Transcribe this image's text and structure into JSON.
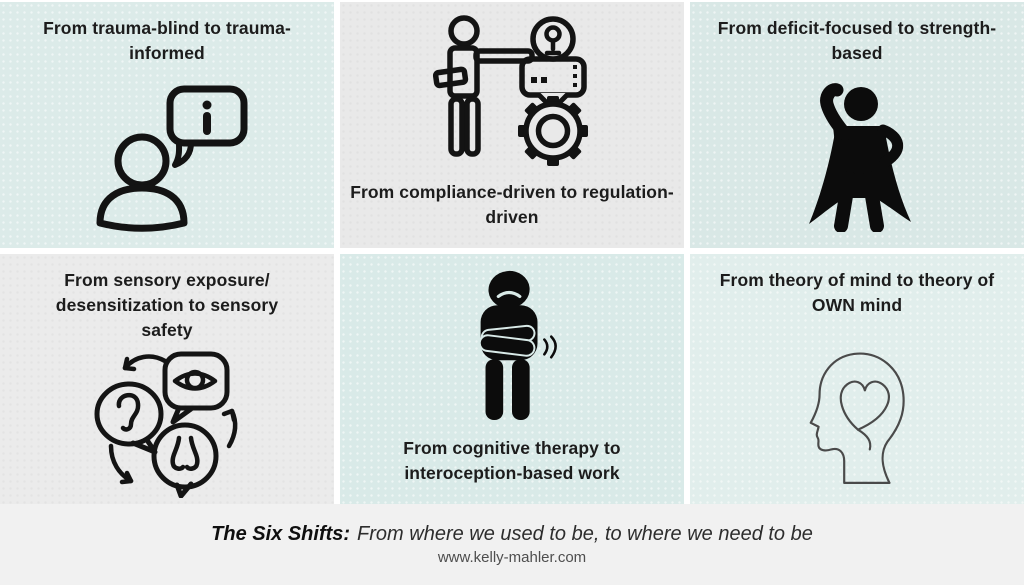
{
  "colors": {
    "teal_cell": "#dcebe9",
    "teal_cell_medium": "#d9e8e6",
    "teal_cell_light": "#e1eeec",
    "gray_cell": "#e9e9e9",
    "gray_cell_light": "#ebebeb",
    "footer_bg": "#f1f1f1",
    "title_text": "#1c1c1c",
    "icon_black": "#0c0c0c",
    "head_outline_gray": "#4a4a4a"
  },
  "cells": [
    {
      "bg_color": "#dcebe9",
      "text_position": "top",
      "icon": "person-speech-bubble-info-icon",
      "lines": [
        "From trauma-blind to trauma-",
        "informed"
      ]
    },
    {
      "bg_color": "#e9e9e9",
      "text_position": "bottom",
      "icon": "person-lightbulb-gear-icon",
      "lines": [
        "From compliance-driven to regulation-",
        "driven"
      ]
    },
    {
      "bg_color": "#d9e8e6",
      "text_position": "top",
      "icon": "superhero-icon",
      "lines": [
        "From deficit-focused to strength-",
        "based"
      ]
    },
    {
      "bg_color": "#ebebeb",
      "text_position": "top",
      "icon": "senses-speech-bubbles-icon",
      "lines": [
        "From sensory exposure/",
        "desensitization to sensory",
        "safety"
      ]
    },
    {
      "bg_color": "#d9eae8",
      "text_position": "bottom",
      "icon": "person-stomach-ache-icon",
      "lines": [
        "From cognitive therapy to",
        "interoception-based work"
      ]
    },
    {
      "bg_color": "#e1eeec",
      "text_position": "top",
      "icon": "head-heart-icon",
      "lines": [
        "From theory of mind to theory of",
        "OWN mind"
      ]
    }
  ],
  "footer": {
    "title": "The Six Shifts:",
    "subtitle": "From where we used to be, to where we need to be",
    "website": "www.kelly-mahler.com"
  }
}
